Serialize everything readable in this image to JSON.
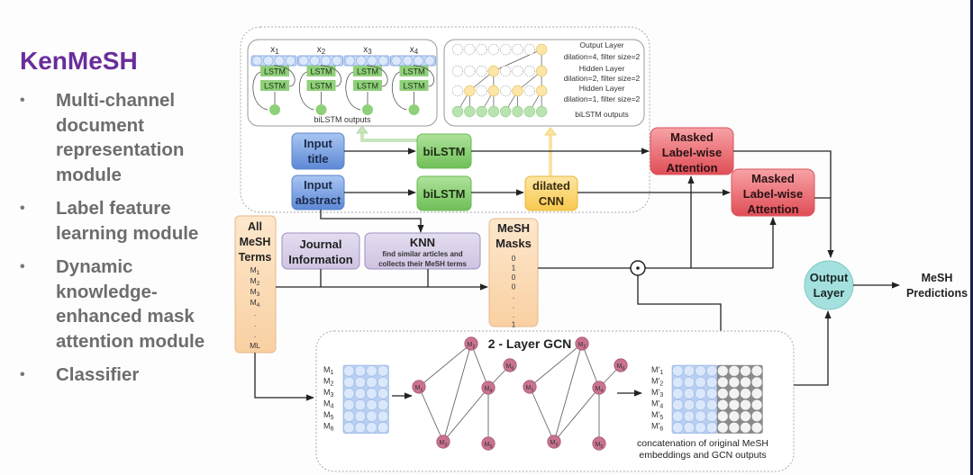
{
  "slide": {
    "title": "KenMeSH",
    "title_color": "#6a2d9a",
    "bullets": [
      {
        "text": "Multi-channel document representation module"
      },
      {
        "text": "Label feature learning module"
      },
      {
        "text": "Dynamic knowledge-enhanced mask attention module"
      },
      {
        "text": "Classifier"
      }
    ],
    "bullet_lines": [
      [
        "Multi-channel",
        "document",
        "representation",
        "module"
      ],
      [
        "Label feature",
        "learning module"
      ],
      [
        "Dynamic",
        "knowledge-",
        "enhanced mask",
        "attention module"
      ],
      [
        "Classifier"
      ]
    ]
  },
  "diagram": {
    "bilstm_detail": {
      "inputs": [
        "x1",
        "x2",
        "x3",
        "x4"
      ],
      "cell_label": "LSTM",
      "caption": "biLSTM outputs"
    },
    "dilated_cnn_detail": {
      "layers": [
        {
          "name": "Output Layer",
          "params": "dilation=4, filter size=2"
        },
        {
          "name": "Hidden Layer",
          "params": "dilation=2, filter size=2"
        },
        {
          "name": "Hidden Layer",
          "params": "dilation=1, filter size=2"
        }
      ],
      "caption": "biLSTM outputs"
    },
    "input_title": [
      "Input",
      "title"
    ],
    "input_abstract": [
      "Input",
      "abstract"
    ],
    "bilstm_label": "biLSTM",
    "dilated_cnn": [
      "dilated",
      "CNN"
    ],
    "attention": [
      "Masked",
      "Label-wise",
      "Attention"
    ],
    "all_mesh_terms": {
      "title": [
        "All",
        "MeSH",
        "Terms"
      ],
      "items": [
        "M1",
        "M2",
        "M3",
        "M4",
        ".",
        ".",
        ".",
        "ML"
      ]
    },
    "journal_info": [
      "Journal",
      "Information"
    ],
    "knn": {
      "title": "KNN",
      "desc": [
        "find similar articles and",
        "collects their MeSH terms"
      ]
    },
    "mesh_masks": {
      "title": [
        "MeSH",
        "Masks"
      ],
      "values": [
        "0",
        "1",
        "0",
        "0",
        ".",
        ".",
        ".",
        "1"
      ]
    },
    "elementwise_op": "⊙",
    "output_layer": [
      "Output",
      "Layer"
    ],
    "predictions": [
      "MeSH",
      "Predictions"
    ],
    "gcn": {
      "title": "2 - Layer GCN",
      "input_rows": [
        "M1",
        "M2",
        "M3",
        "M4",
        "M5",
        "M6"
      ],
      "nodes": [
        "M1",
        "M2",
        "M3",
        "M4",
        "M5",
        "M6"
      ],
      "output_rows": [
        "M'1",
        "M'2",
        "M'3",
        "M'4",
        "M'5",
        "M'6"
      ],
      "caption": [
        "concatenation of original MeSH",
        "embeddings and GCN outputs"
      ]
    },
    "colors": {
      "input_blue": "#7fa7e6",
      "bilstm_green": "#8fd07a",
      "cnn_yellow": "#fbd979",
      "attention_red": "#ea6c72",
      "purple_box": "#d9d0e8",
      "peach_box": "#fbdcb8",
      "output_teal": "#9fdfdc",
      "gcn_node": "#c9738f"
    }
  }
}
